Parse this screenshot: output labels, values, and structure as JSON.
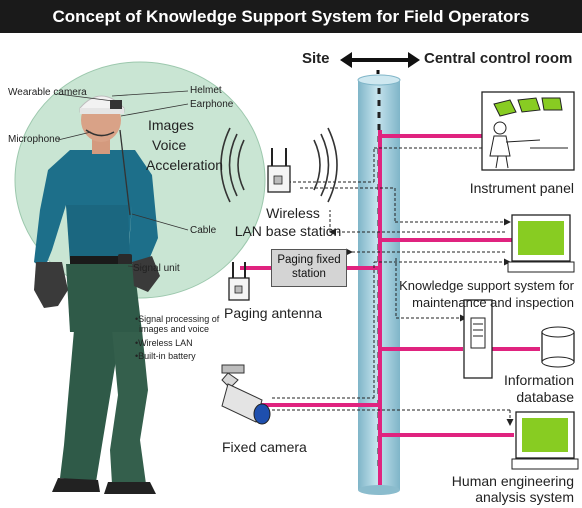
{
  "title": "Concept of Knowledge Support System for Field Operators",
  "header": {
    "site": "Site",
    "central": "Central control room"
  },
  "operator_labels": {
    "wearable_camera": "Wearable camera",
    "helmet": "Helmet",
    "earphone": "Earphone",
    "microphone": "Microphone",
    "cable": "Cable",
    "signal_unit": "Signal unit",
    "bullets": [
      "•Signal processing of",
      "images and voice",
      "•Wireless LAN",
      "•Built-in battery"
    ]
  },
  "bubble": [
    "Images",
    "Voice",
    "Acceleration"
  ],
  "wireless": [
    "Wireless",
    "LAN base station"
  ],
  "paging_antenna": "Paging antenna",
  "paging_station": [
    "Paging fixed",
    "station"
  ],
  "fixed_camera": "Fixed camera",
  "right_labels": {
    "instrument_panel": "Instrument panel",
    "knowledge_support": [
      "Knowledge support system for",
      "maintenance and inspection"
    ],
    "information_database": [
      "Information",
      "database"
    ],
    "human_engineering": [
      "Human engineering",
      "analysis system"
    ]
  },
  "colors": {
    "network_line": "#e0237f",
    "pillar": "#a9d3e0",
    "bubble": "#c9e5d3",
    "screen": "#88cc22",
    "title_bg": "#1a1a1a"
  }
}
